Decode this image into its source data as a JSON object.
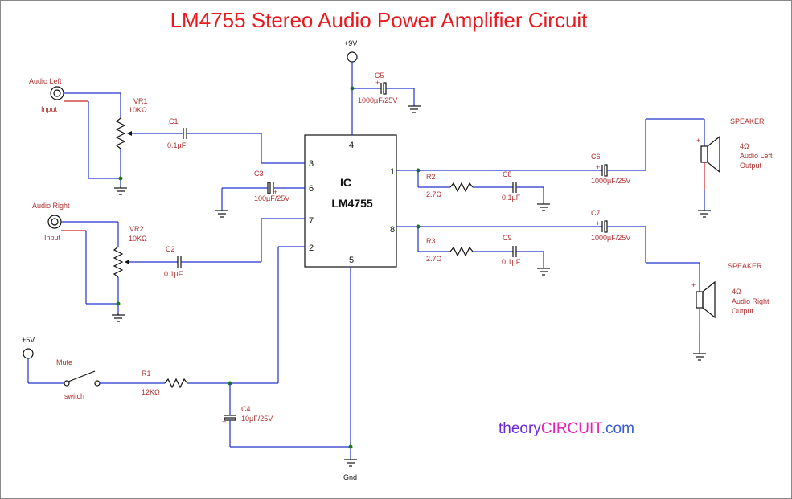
{
  "title": "LM4755 Stereo Audio Power Amplifier Circuit",
  "brand": {
    "part1": "theory",
    "part2": "CIRCUIT",
    "part3": ".com"
  },
  "colors": {
    "title": "#e8191f",
    "wire": "#2233cc",
    "label": "#b03030",
    "brand1": "#6a2bd8",
    "brand2": "#e61fb5",
    "brand3": "#3a5bd8"
  },
  "ic": {
    "line1": "IC",
    "line2": "LM4755",
    "pins": {
      "p1": "1",
      "p2": "2",
      "p3": "3",
      "p4": "4",
      "p5": "5",
      "p6": "6",
      "p7": "7",
      "p8": "8"
    }
  },
  "supply": {
    "vpos9": "+9V",
    "vpos5": "+5V",
    "gnd": "Gnd"
  },
  "inputs": {
    "left_name": "Audio Left",
    "left_sub": "Input",
    "right_name": "Audio Right",
    "right_sub": "Input"
  },
  "components": {
    "vr1_name": "VR1",
    "vr1_value": "10KΩ",
    "vr2_name": "VR2",
    "vr2_value": "10KΩ",
    "c1_name": "C1",
    "c1_value": "0.1µF",
    "c2_name": "C2",
    "c2_value": "0.1µF",
    "c3_name": "C3",
    "c3_value": "100µF/25V",
    "c4_name": "C4",
    "c4_value": "10µF/25V",
    "c5_name": "C5",
    "c5_value": "1000µF/25V",
    "c6_name": "C6",
    "c6_value": "1000µF/25V",
    "c7_name": "C7",
    "c7_value": "1000µF/25V",
    "c8_name": "C8",
    "c8_value": "0.1µF",
    "c9_name": "C9",
    "c9_value": "0.1µF",
    "r1_name": "R1",
    "r1_value": "12KΩ",
    "r2_name": "R2",
    "r2_value": "2.7Ω",
    "r3_name": "R3",
    "r3_value": "2.7Ω"
  },
  "mute": {
    "name": "Mute",
    "sub": "switch"
  },
  "speakers": {
    "left_title": "SPEAKER",
    "left_l1": "4Ω",
    "left_l2": "Audio Left",
    "left_l3": "Output",
    "right_title": "SPEAKER",
    "right_l1": "4Ω",
    "right_l2": "Audio Right",
    "right_l3": "Output"
  },
  "cap_plus": "+"
}
